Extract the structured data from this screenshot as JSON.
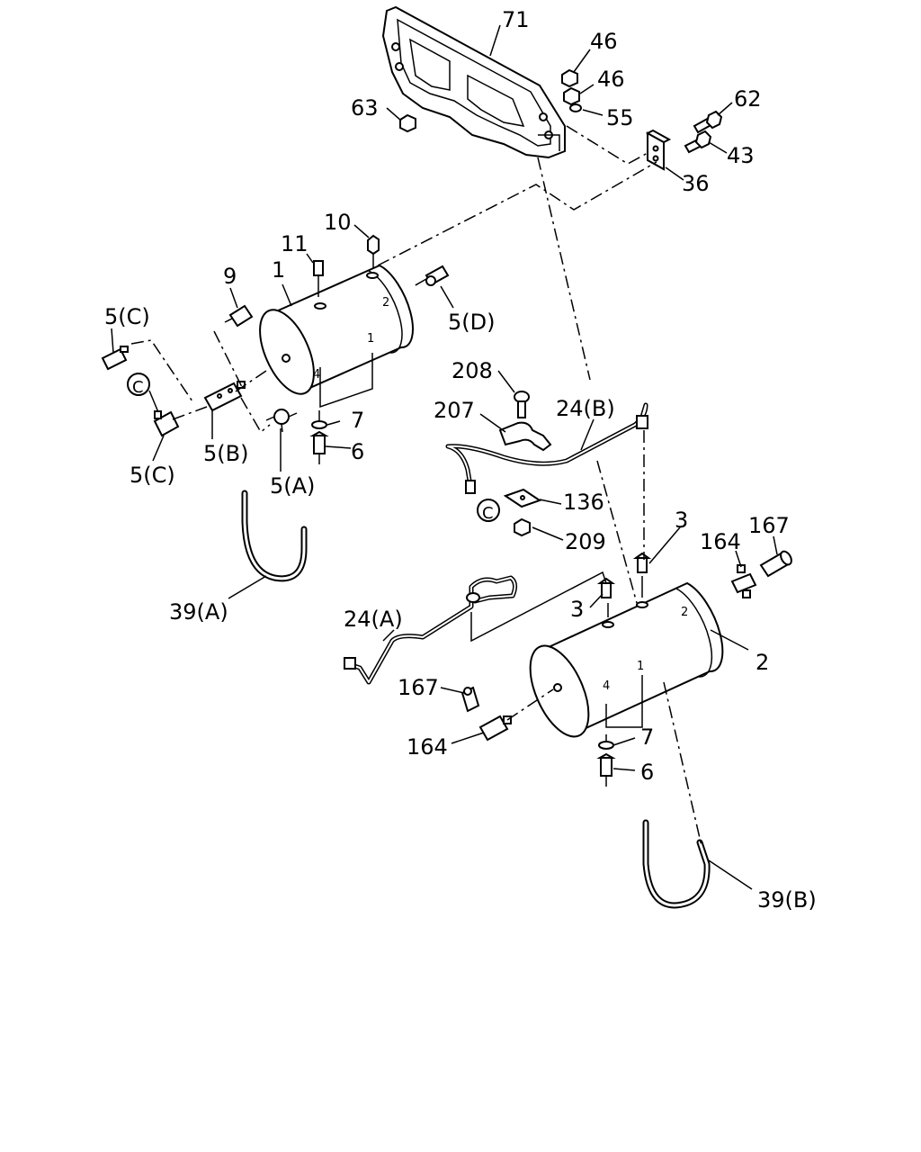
{
  "diagram": {
    "labels": {
      "p71": "71",
      "p46a": "46",
      "p46b": "46",
      "p63": "63",
      "p55": "55",
      "p62": "62",
      "p43": "43",
      "p36": "36",
      "p10": "10",
      "p11": "11",
      "p9": "9",
      "p1": "1",
      "p5C_top": "5(C)",
      "p5D": "5(D)",
      "circleC_left": "C",
      "p7_left": "7",
      "p6_left": "6",
      "p5B": "5(B)",
      "p5C_bottom": "5(C)",
      "p5A": "5(A)",
      "p208": "208",
      "p207": "207",
      "p24B": "24(B)",
      "p136": "136",
      "circleC_right": "C",
      "p209": "209",
      "p39A": "39(A)",
      "p3_right": "3",
      "p164_right": "164",
      "p167_right": "167",
      "p3_left": "3",
      "p24A": "24(A)",
      "p2": "2",
      "p167_left": "167",
      "p164_left": "164",
      "p7_right": "7",
      "p6_right": "6",
      "p39B": "39(B)"
    }
  }
}
